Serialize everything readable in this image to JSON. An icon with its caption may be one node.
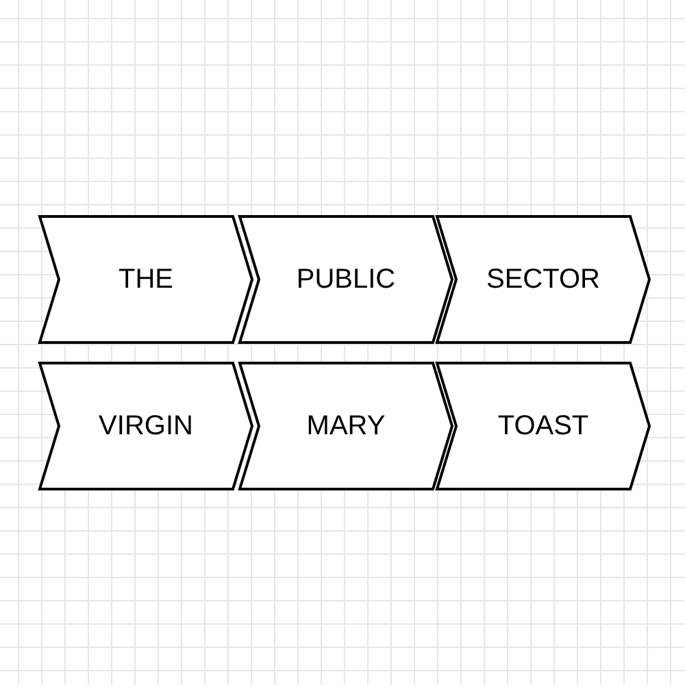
{
  "diagram": {
    "nodes": [
      {
        "text": [
          "THE"
        ]
      },
      {
        "text": [
          "PUBLIC"
        ]
      },
      {
        "text": [
          "SECTOR"
        ]
      },
      {
        "text": [
          "VIRGIN"
        ]
      },
      {
        "text": [
          "MARY"
        ]
      },
      {
        "text": [
          "TOAST"
        ]
      }
    ]
  }
}
